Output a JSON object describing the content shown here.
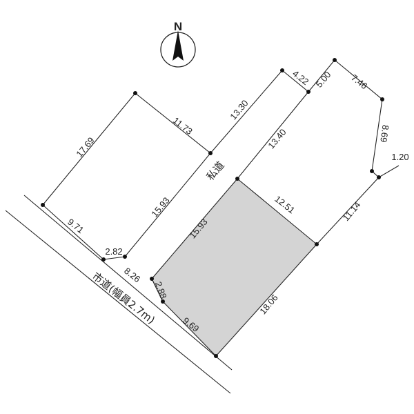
{
  "compass": {
    "label": "N"
  },
  "roads": {
    "city_road": "市道(幅員2.7m)",
    "private_road": "私道"
  },
  "dimensions": {
    "left_west": "17.69",
    "left_top": "11.73",
    "left_bottom": "9.71",
    "left_notch": "2.82",
    "shared_lower": "15.93",
    "shared_upper": "15.93",
    "road_right_upper": "13.30",
    "road_top": "4.22",
    "road_right_lower": "13.40",
    "right_short": "5.00",
    "right_top": "7.46",
    "right_east": "8.69",
    "right_jog": "1.20",
    "right_southeast": "11.14",
    "subject_top": "12.51",
    "subject_east": "18.06",
    "subject_bottom": "9.69",
    "road_frontage": "8.26",
    "subject_corner": "2.88"
  },
  "colors": {
    "subject_fill": "#d4d4d4",
    "line": "#222222"
  }
}
